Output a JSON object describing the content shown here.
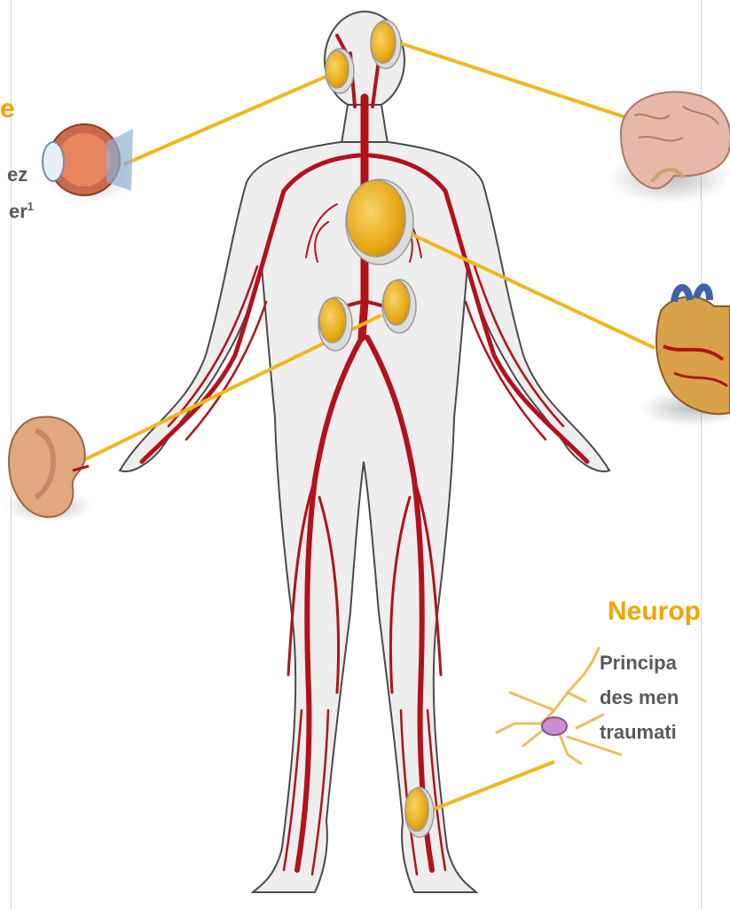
{
  "left_text": {
    "title_fragment": "e",
    "line1_fragment": "ez",
    "line2_fragment": "er",
    "line2_superscript": "1"
  },
  "right_text": {
    "title_fragment": "Neurop",
    "line1_fragment": "Principa",
    "line2_fragment": "des men",
    "line3_fragment": "traumati"
  },
  "colors": {
    "accent": "#f0a500",
    "artery": "#b3121b",
    "connector": "#f2b51c",
    "text_gray": "#5a5a5a"
  },
  "organs": [
    "eye-icon",
    "brain-icon",
    "heart-icon",
    "kidney-icon",
    "neuron-icon"
  ]
}
